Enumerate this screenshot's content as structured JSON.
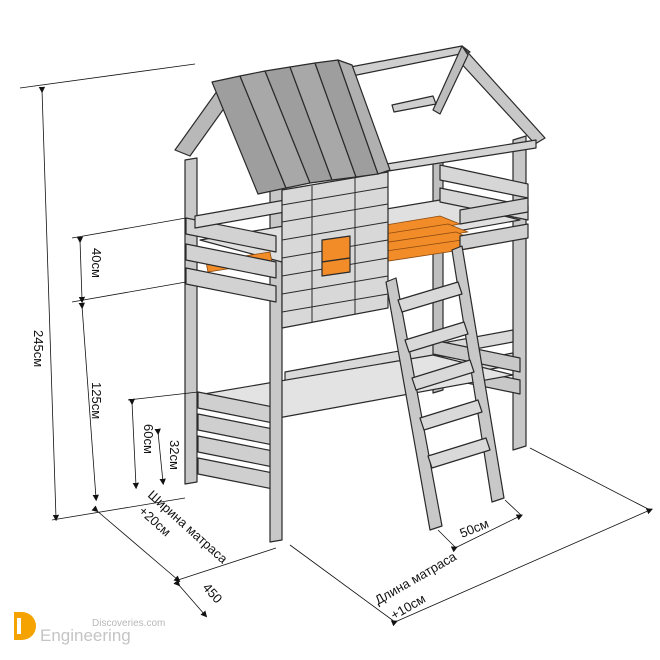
{
  "dimensions": {
    "total_height": "245см",
    "rail_height": "40см",
    "under_bed_height": "125см",
    "lower_rail_height": "60см",
    "lower_inner_height": "32см",
    "ladder_width": "50см",
    "depth": "450",
    "mattress_width": "Ширина матраса",
    "mattress_width_extra": "+20см",
    "mattress_length": "Длина матраса",
    "mattress_length_extra": "+10см"
  },
  "watermark": {
    "site": "Discoveries.com",
    "brand": "Engineering"
  },
  "colors": {
    "wood": "#c8c8c8",
    "wood_dark": "#9a9a9a",
    "outline": "#2a2a2a",
    "slats": "#f28c28",
    "logo": "#f4a300"
  }
}
